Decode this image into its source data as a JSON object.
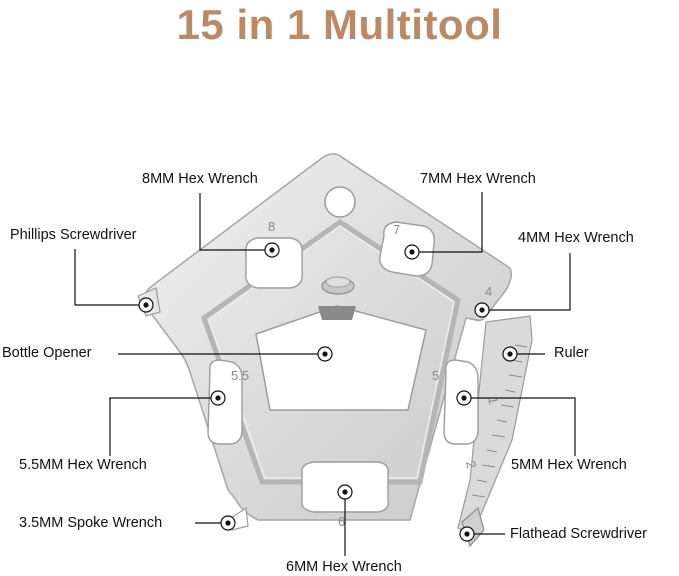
{
  "title": "15 in 1 Multitool",
  "colors": {
    "title": "#b98a65",
    "tool_steel": "#d9d9d9",
    "line": "#111111"
  },
  "tool_engravings": {
    "hex_8": "8",
    "hex_7": "7",
    "hex_4": "4",
    "hex_5_5": "5.5",
    "hex_5": "5",
    "hex_6": "6",
    "ruler_1": "1",
    "ruler_2": "2"
  },
  "callouts": {
    "hex_8mm": "8MM Hex Wrench",
    "hex_7mm": "7MM Hex Wrench",
    "phillips": "Phillips Screwdriver",
    "hex_4mm": "4MM Hex Wrench",
    "bottle_opener": "Bottle Opener",
    "ruler": "Ruler",
    "hex_5_5mm": "5.5MM Hex Wrench",
    "hex_5mm": "5MM Hex Wrench",
    "spoke_3_5mm": "3.5MM Spoke Wrench",
    "flathead": "Flathead Screwdriver",
    "hex_6mm": "6MM Hex Wrench"
  }
}
